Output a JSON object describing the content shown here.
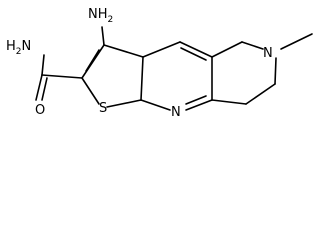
{
  "molecule": {
    "labels": {
      "amine_nh2": "NH",
      "amine_sub": "2",
      "amide_h2n": "H",
      "amide_h2n_sub": "2",
      "amide_n": "N",
      "amide_o": "O",
      "sulfur": "S",
      "pyridine_n": "N",
      "ring_n": "N",
      "methyl": ""
    }
  }
}
